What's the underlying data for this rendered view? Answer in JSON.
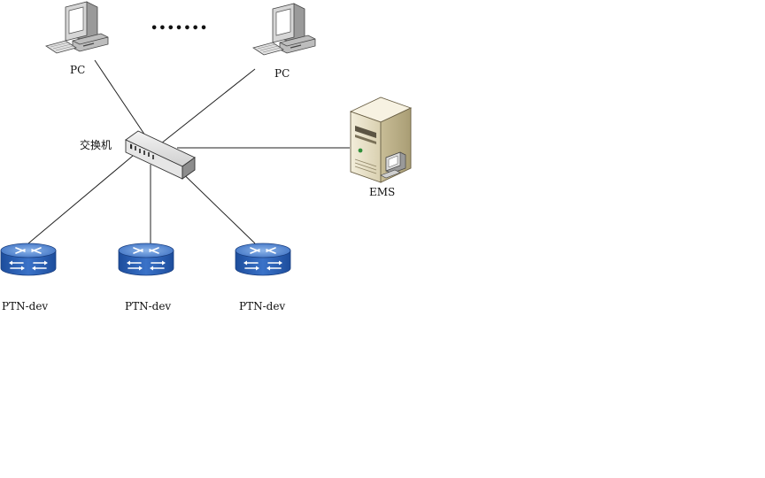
{
  "diagram": {
    "nodes": {
      "pc_left": {
        "label": "PC",
        "icon": "pc-icon"
      },
      "pc_right": {
        "label": "PC",
        "icon": "pc-icon"
      },
      "ellipsis": {
        "label": "•••••••"
      },
      "switch": {
        "label": "交换机",
        "icon": "switch-icon"
      },
      "ems": {
        "label": "EMS",
        "icon": "server-icon"
      },
      "routers": [
        {
          "label": "PTN-dev",
          "icon": "router-icon"
        },
        {
          "label": "PTN-dev",
          "icon": "router-icon"
        },
        {
          "label": "PTN-dev",
          "icon": "router-icon"
        }
      ]
    },
    "links": [
      {
        "from": "pc_left",
        "to": "switch"
      },
      {
        "from": "pc_right",
        "to": "switch"
      },
      {
        "from": "switch",
        "to": "ems"
      },
      {
        "from": "switch",
        "to": "routers.0"
      },
      {
        "from": "switch",
        "to": "routers.1"
      },
      {
        "from": "switch",
        "to": "routers.2"
      }
    ],
    "colors": {
      "router_blue": "#2f63b5",
      "router_top": "#5a8fd6",
      "server_beige": "#e9e2c9",
      "link": "#222222"
    }
  }
}
